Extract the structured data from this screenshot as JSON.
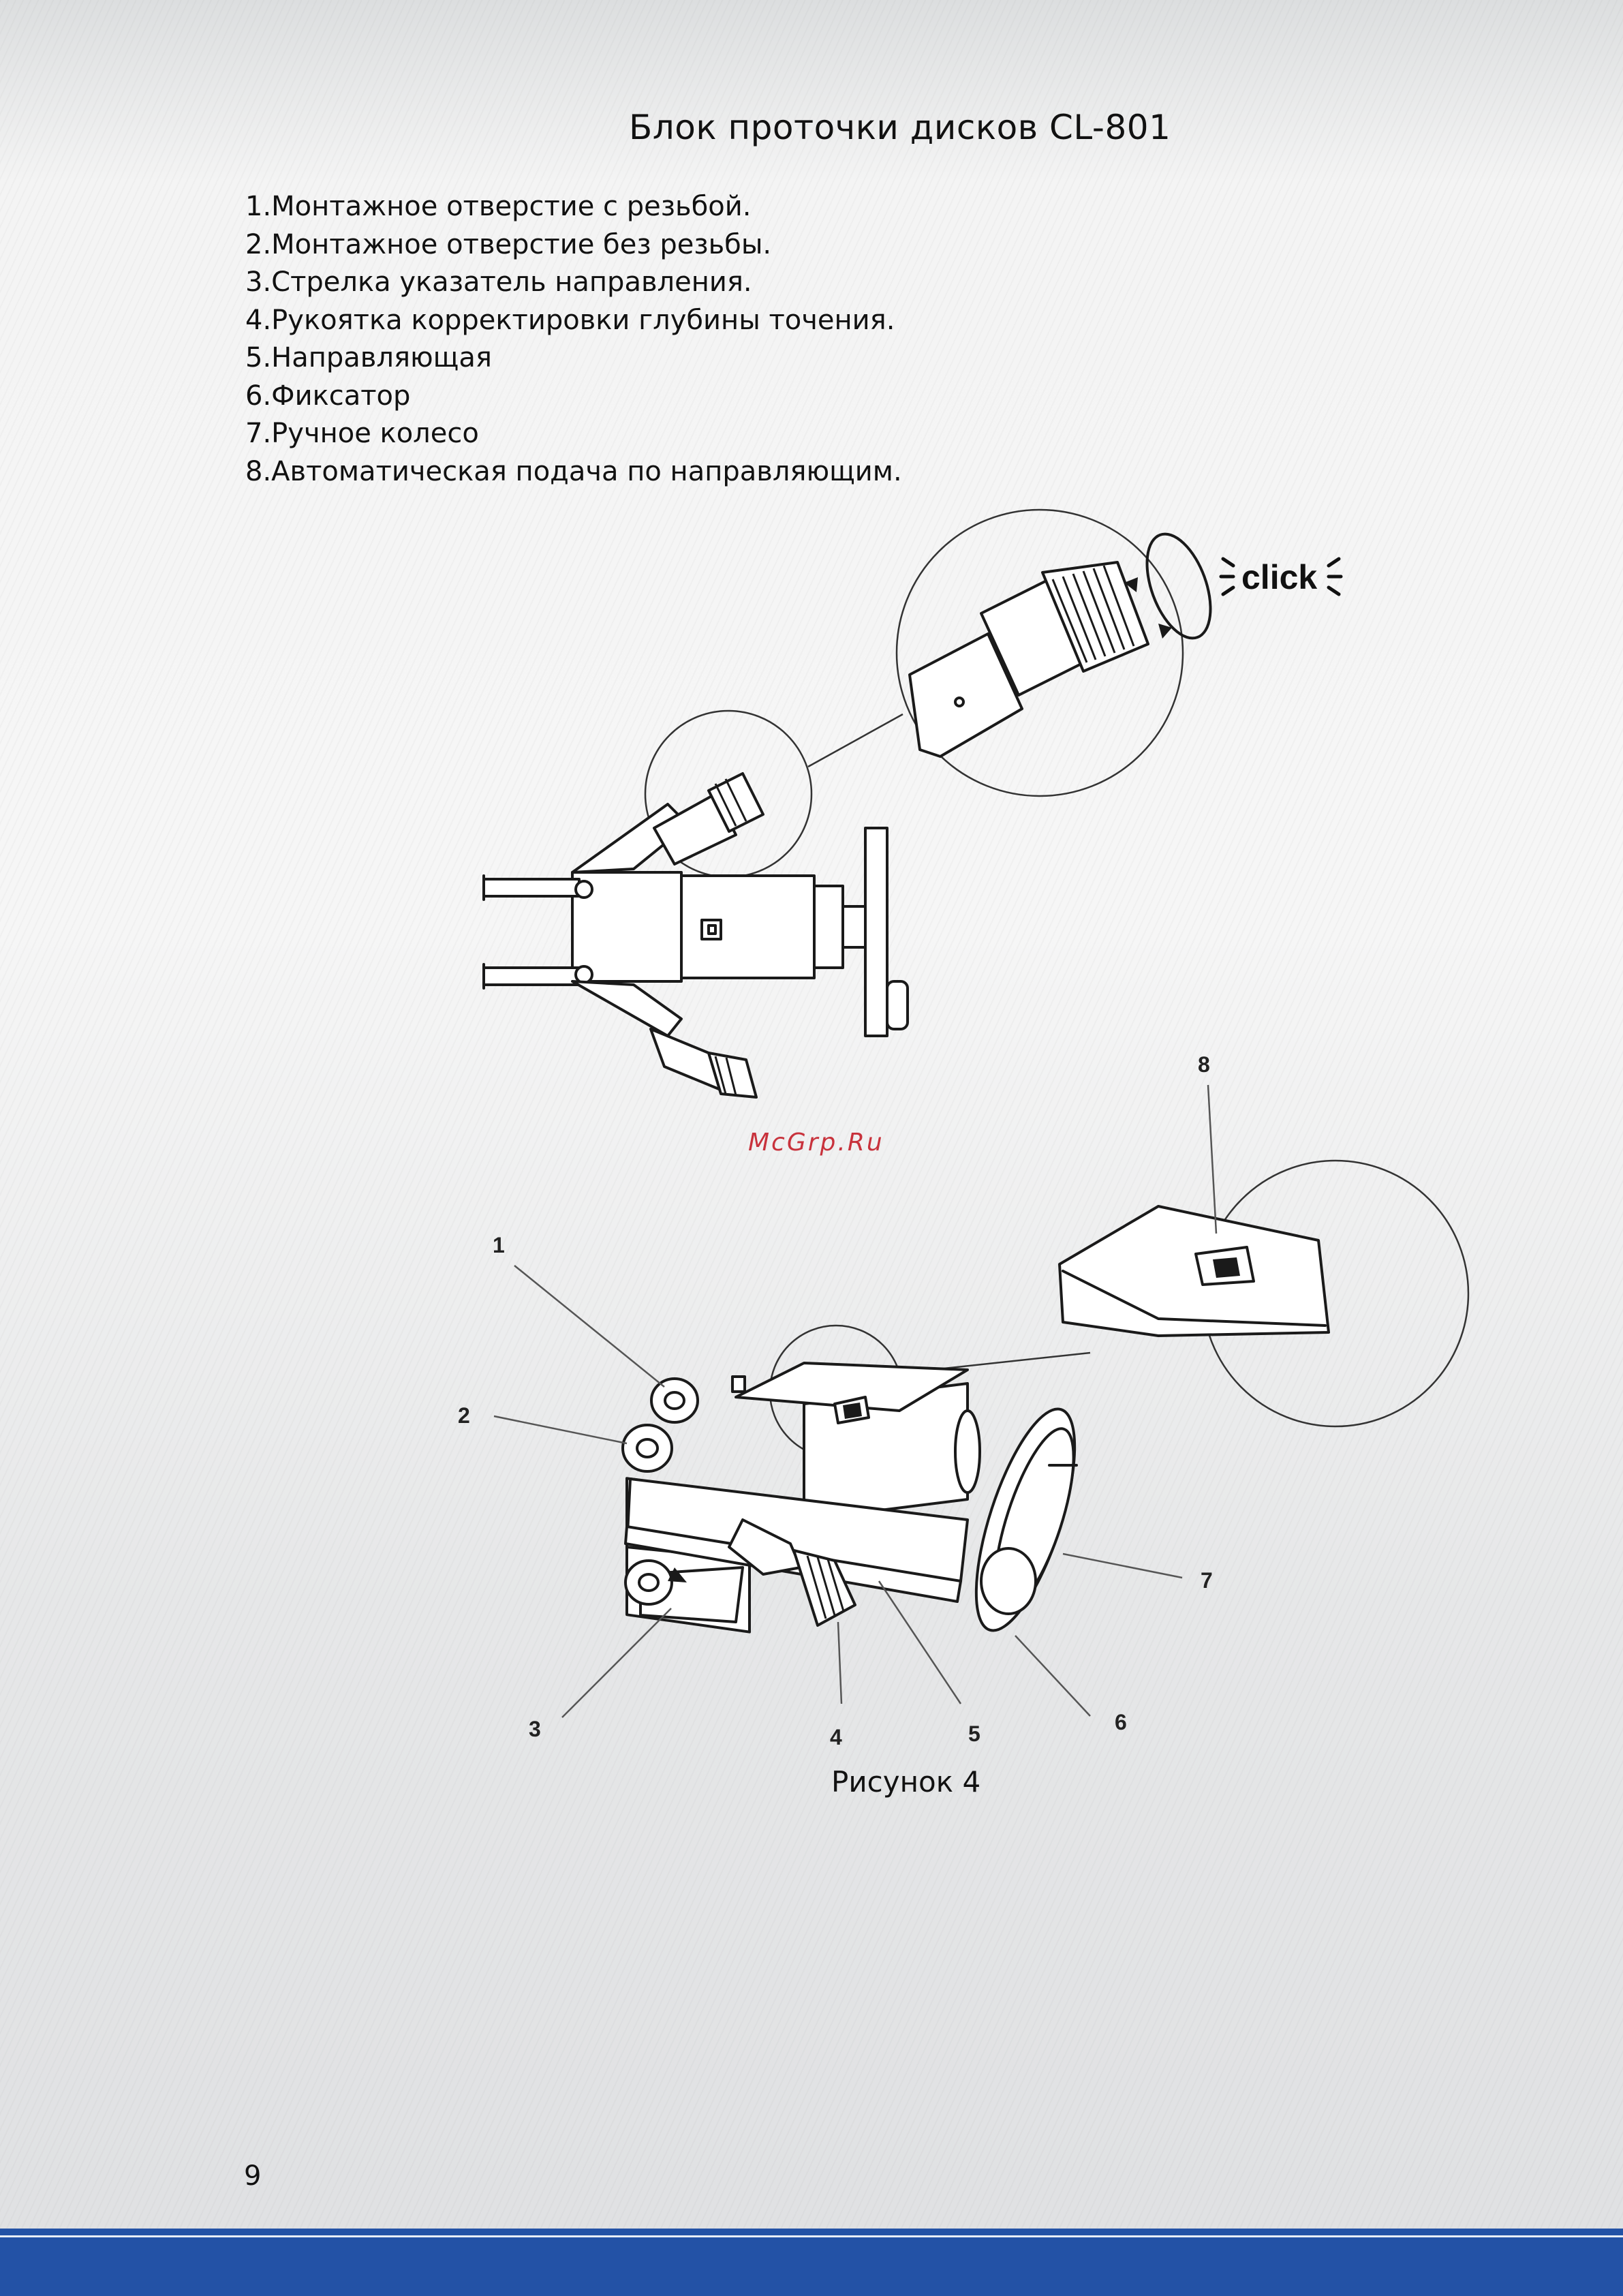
{
  "page": {
    "title": "Блок проточки дисков  CL-801",
    "parts": [
      "1.Монтажное отверстие с резьбой.",
      "2.Монтажное отверстие без резьбы.",
      "3.Стрелка указатель направления.",
      "4.Рукоятка корректировки глубины точения.",
      "5.Направляющая",
      "6.Фиксатор",
      "7.Ручное колесо",
      "8.Автоматическая подача по направляющим."
    ],
    "watermark": "McGrp.Ru",
    "click_label": "click",
    "callouts": [
      "1",
      "2",
      "3",
      "4",
      "5",
      "6",
      "7",
      "8"
    ],
    "caption": "Рисунок 4",
    "page_number": "9"
  },
  "colors": {
    "footer_bar": "#2352a6",
    "watermark": "#c8323c"
  }
}
